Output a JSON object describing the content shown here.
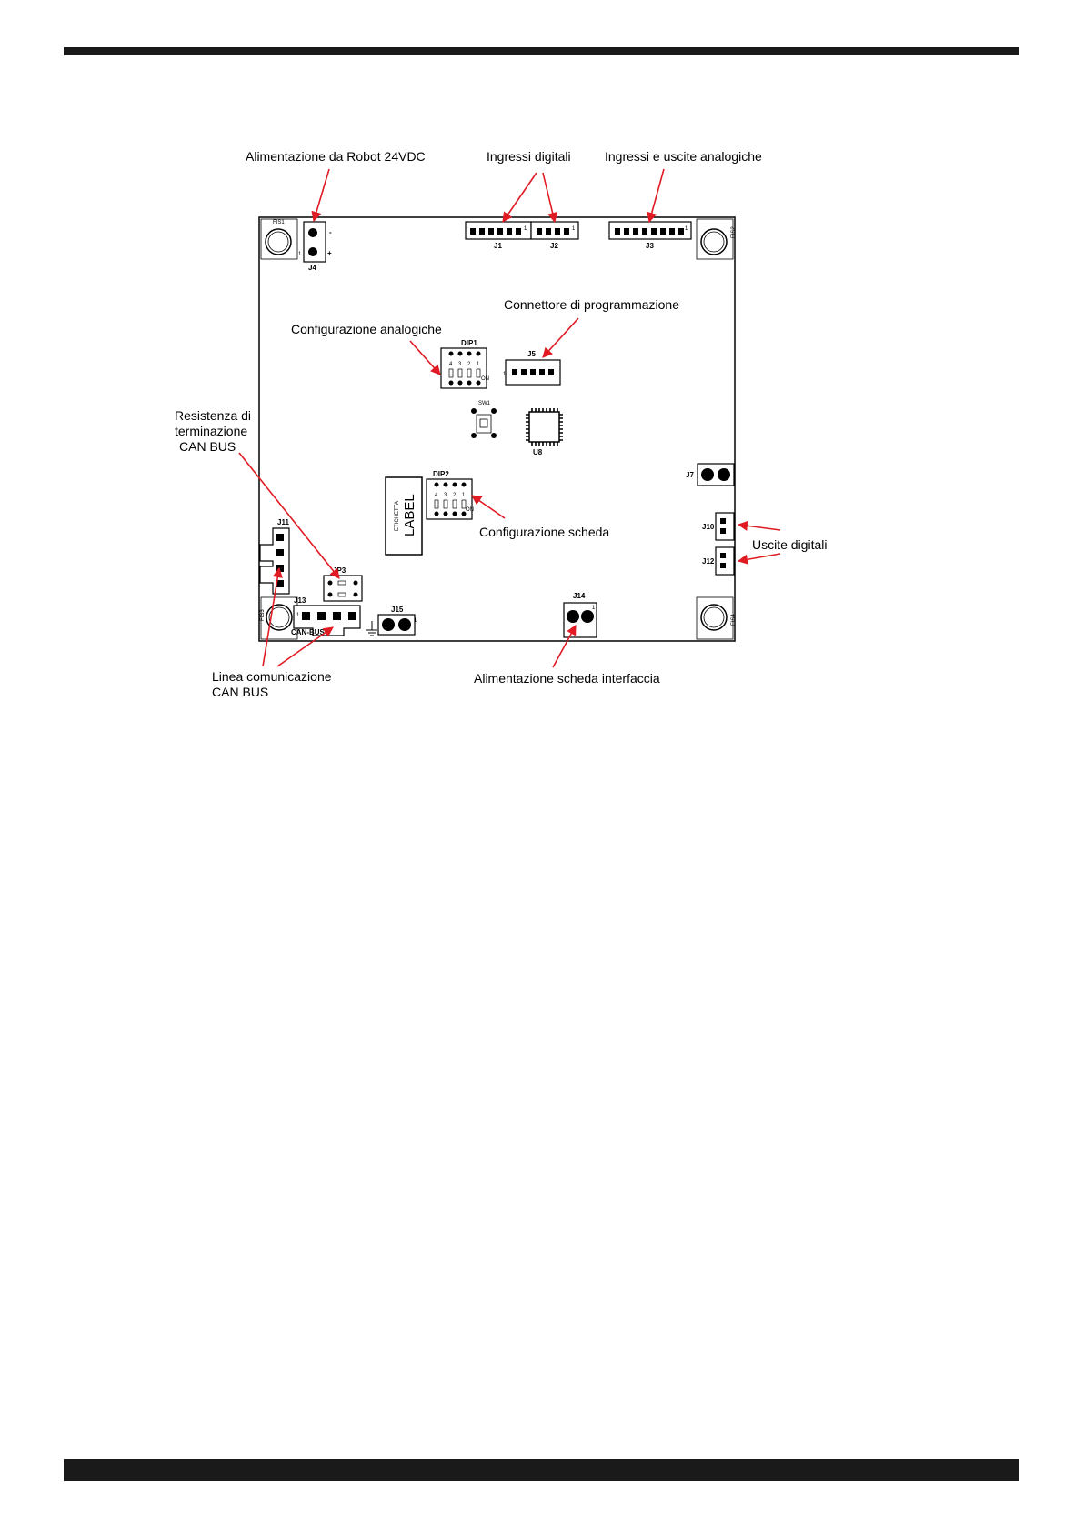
{
  "colors": {
    "arrow": "#e01b24",
    "bar": "#1a1a1a",
    "ink": "#000000"
  },
  "callouts": {
    "power_robot": "Alimentazione da Robot 24VDC",
    "digital_inputs": "Ingressi digitali",
    "analog_io": "Ingressi e uscite analogiche",
    "programming": "Connettore di programmazione",
    "analog_config": "Configurazione analogiche",
    "can_termination_1": "Resistenza di",
    "can_termination_2": "terminazione",
    "can_termination_3": "CAN BUS",
    "board_config": "Configurazione scheda",
    "digital_outputs": "Uscite digitali",
    "can_line_1": "Linea comunicazione",
    "can_line_2": "CAN BUS",
    "power_interface": "Alimentazione scheda interfaccia"
  },
  "silkscreen": {
    "j1": "J1",
    "j2": "J2",
    "j3": "J3",
    "j4": "J4",
    "j5": "J5",
    "j7": "J7",
    "j10": "J10",
    "j11": "J11",
    "j12": "J12",
    "j13": "J13",
    "j14": "J14",
    "j15": "J15",
    "dip1": "DIP1",
    "dip2": "DIP2",
    "jp3": "JP3",
    "sw1": "SW1",
    "u8": "U8",
    "can_bus": "CAN-BUS",
    "label_small": "ETICHETTA",
    "label_big": "LABEL",
    "fis1": "FIS1",
    "fis2": "FIS2",
    "fis3": "FIS3",
    "fis4": "FIS4",
    "pin_one": "1",
    "minus": "-",
    "plus": "+",
    "dip_nums": [
      "4",
      "3",
      "2",
      "1"
    ],
    "on": "ON"
  }
}
